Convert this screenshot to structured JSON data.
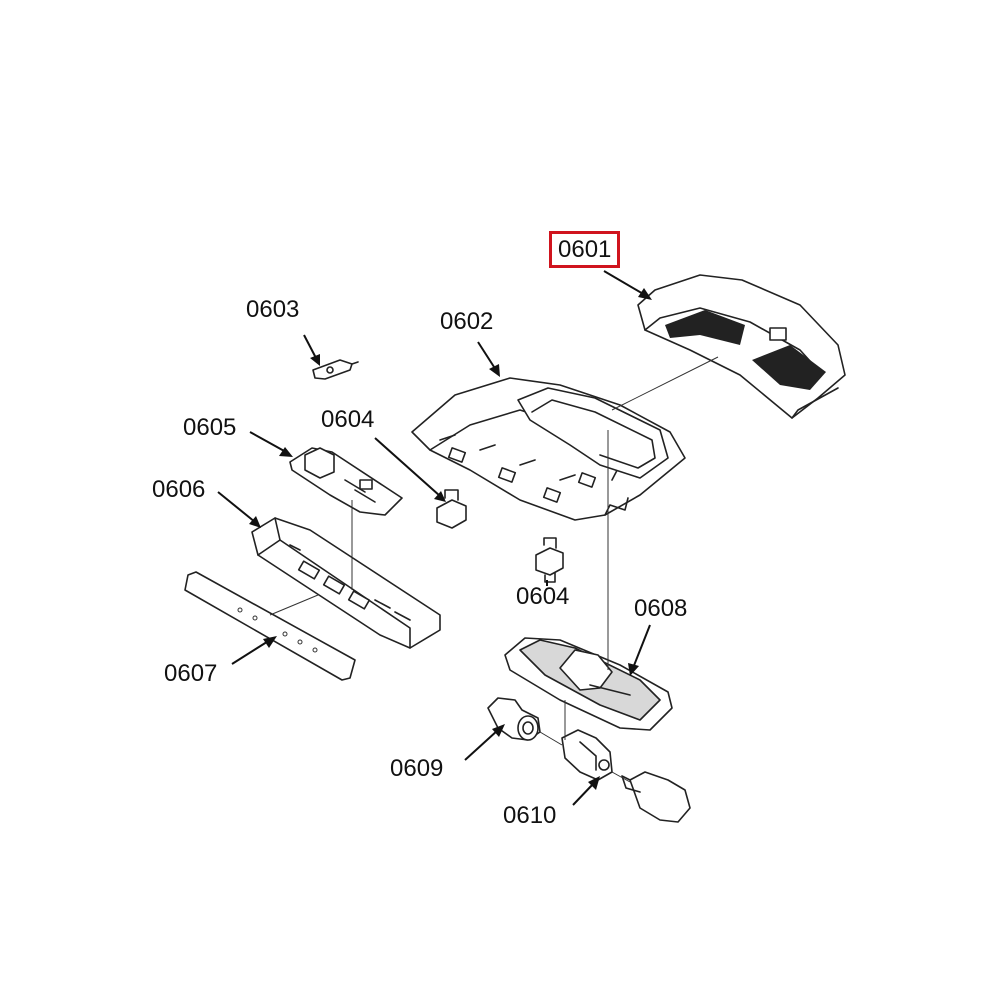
{
  "labels": {
    "p0601": "0601",
    "p0602": "0602",
    "p0603": "0603",
    "p0604a": "0604",
    "p0604b": "0604",
    "p0605": "0605",
    "p0606": "0606",
    "p0607": "0607",
    "p0608": "0608",
    "p0609": "0609",
    "p0610": "0610"
  },
  "highlight_color": "#d0141e"
}
